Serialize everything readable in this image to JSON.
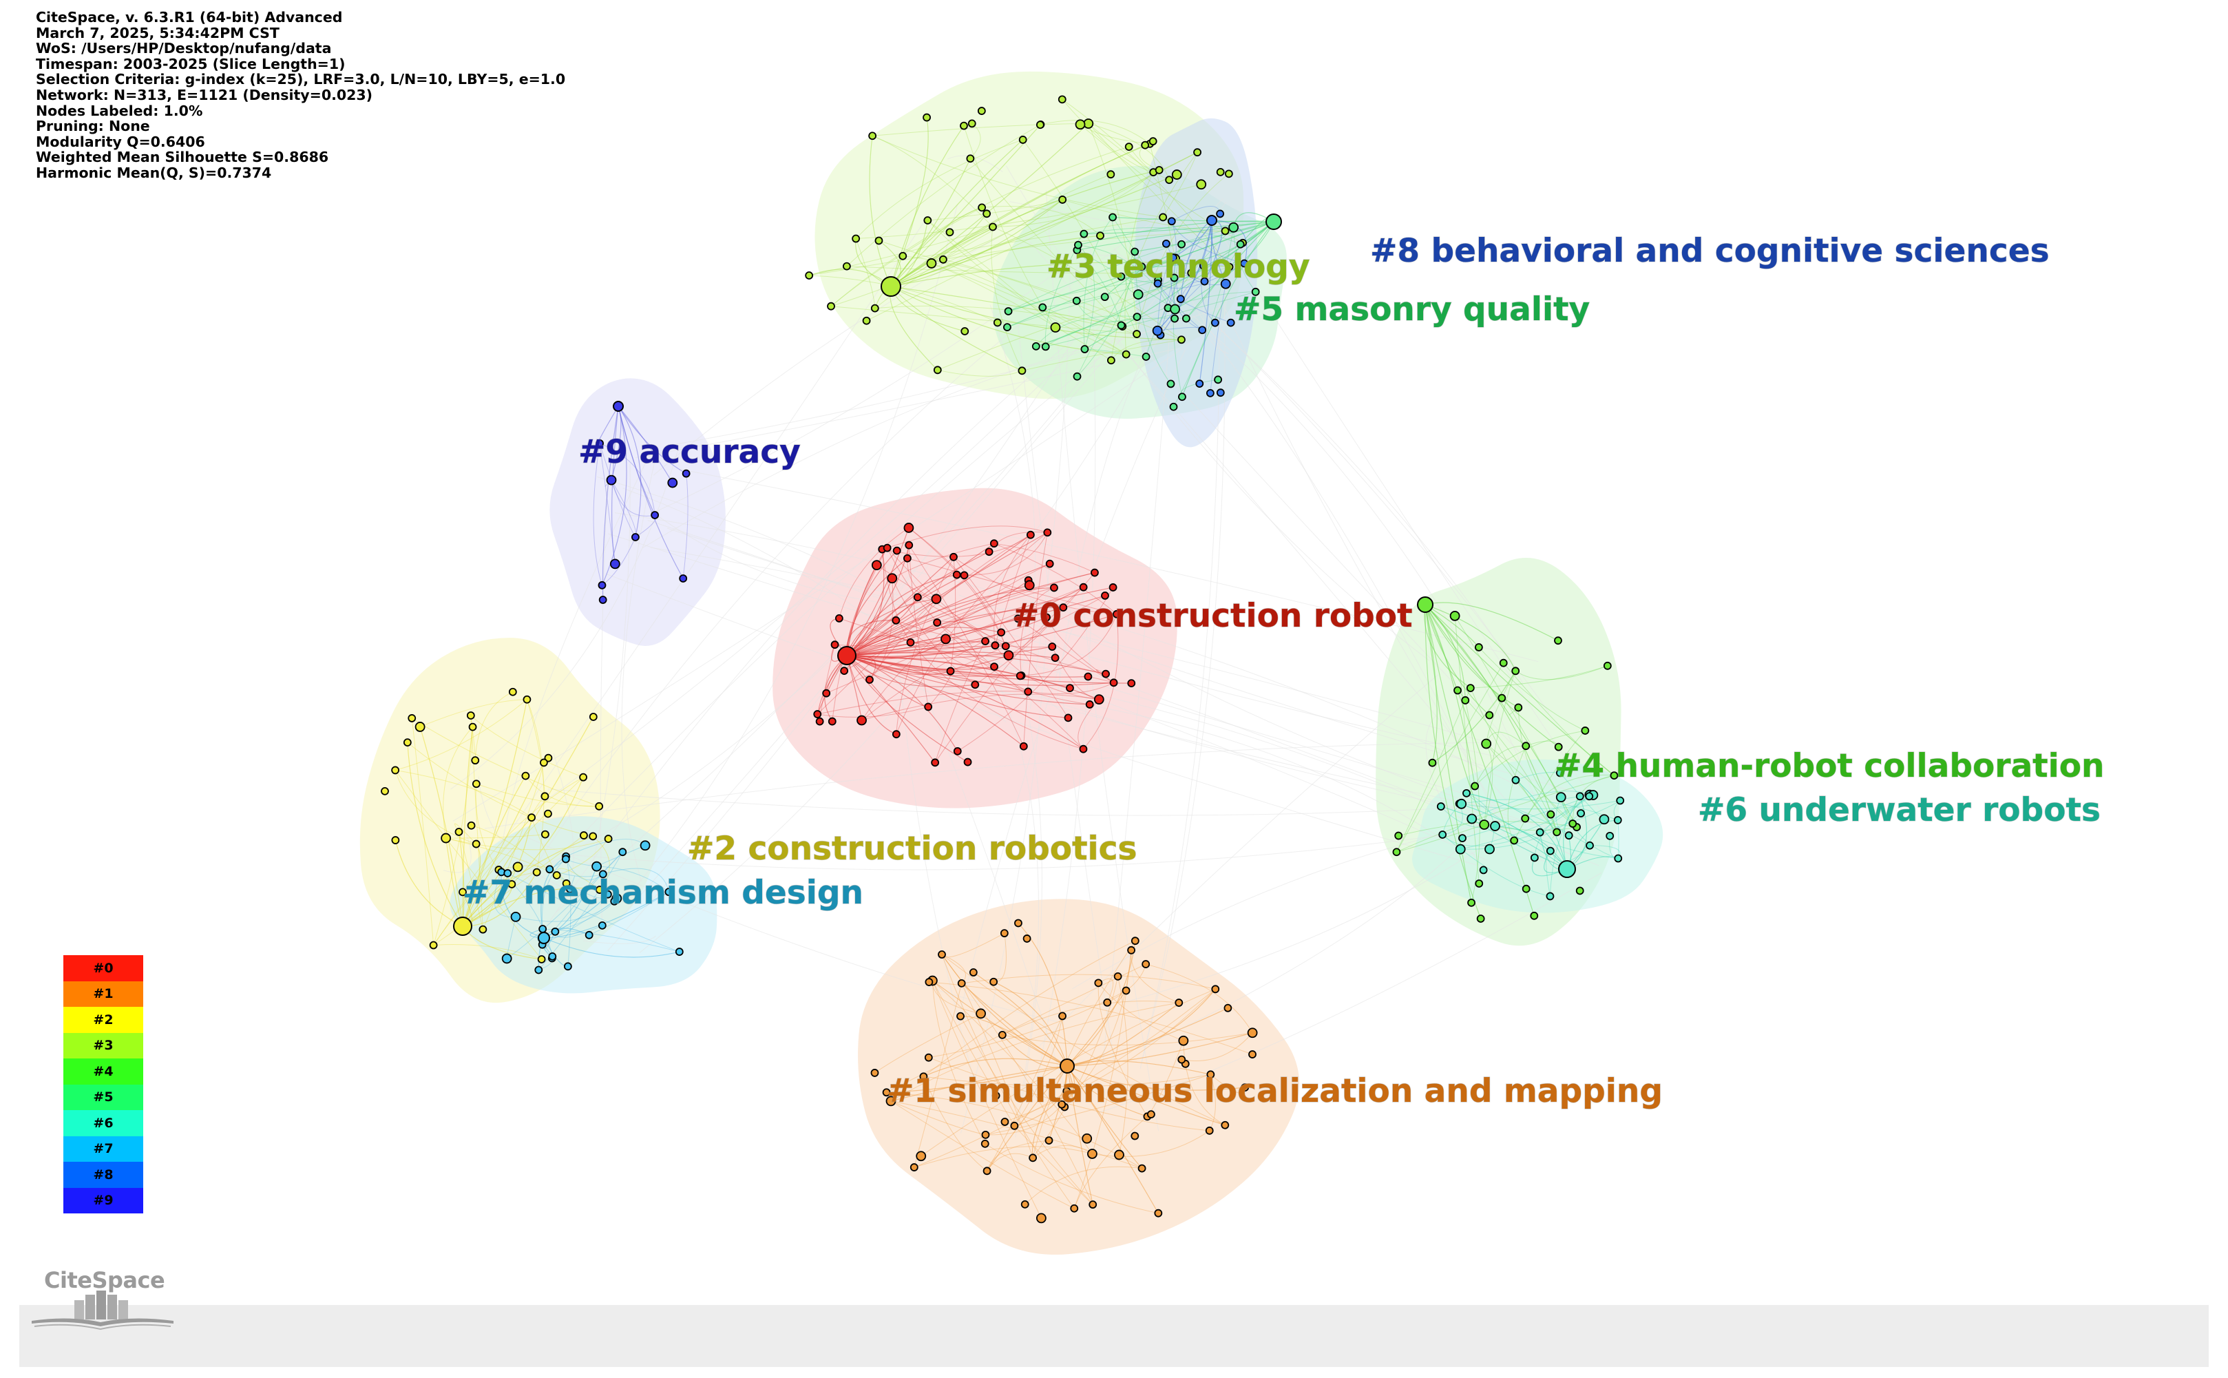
{
  "app": {
    "info_lines": [
      "CiteSpace, v. 6.3.R1 (64-bit) Advanced",
      "March 7, 2025, 5:34:42PM CST",
      "WoS: /Users/HP/Desktop/nufang/data",
      "Timespan: 2003-2025 (Slice Length=1)",
      "Selection Criteria: g-index (k=25), LRF=3.0, L/N=10, LBY=5, e=1.0",
      "Network: N=313, E=1121 (Density=0.023)",
      "Nodes Labeled: 1.0%",
      "Pruning: None",
      "Modularity Q=0.6406",
      "Weighted Mean Silhouette S=0.8686",
      "Harmonic Mean(Q, S)=0.7374"
    ],
    "logo_text": "CiteSpace"
  },
  "legend": [
    {
      "label": "#0",
      "color": "#ff1a0a"
    },
    {
      "label": "#1",
      "color": "#ff8000"
    },
    {
      "label": "#2",
      "color": "#ffff00"
    },
    {
      "label": "#3",
      "color": "#a0ff1a"
    },
    {
      "label": "#4",
      "color": "#33ff1a"
    },
    {
      "label": "#5",
      "color": "#1aff66"
    },
    {
      "label": "#6",
      "color": "#1affcc"
    },
    {
      "label": "#7",
      "color": "#00c0ff"
    },
    {
      "label": "#8",
      "color": "#0066ff"
    },
    {
      "label": "#9",
      "color": "#1a1aff"
    }
  ],
  "clusters": [
    {
      "id": 0,
      "label": "#0 construction robot",
      "label_color": "#b21a0a",
      "node_color": "#e8221a",
      "hull_color": "#f7c4c4",
      "edge_color": "#e23a3a"
    },
    {
      "id": 1,
      "label": "#1 simultaneous localization and mapping",
      "label_color": "#c86a10",
      "node_color": "#f09a3a",
      "hull_color": "#fad7b8",
      "edge_color": "#f09a3a"
    },
    {
      "id": 2,
      "label": "#2 construction robotics",
      "label_color": "#b4aa14",
      "node_color": "#f2ee3a",
      "hull_color": "#f7f4b8",
      "edge_color": "#e8dc2a"
    },
    {
      "id": 3,
      "label": "#3 technology",
      "label_color": "#88b81a",
      "node_color": "#b4ec3a",
      "hull_color": "#e4f7c4",
      "edge_color": "#a6e04a"
    },
    {
      "id": 4,
      "label": "#4 human-robot collaboration",
      "label_color": "#34b21a",
      "node_color": "#6ee83a",
      "hull_color": "#d2f4c8",
      "edge_color": "#6ad84a"
    },
    {
      "id": 5,
      "label": "#5 masonry quality",
      "label_color": "#1aa848",
      "node_color": "#5ae88a",
      "hull_color": "#caf3d6",
      "edge_color": "#4ad87a"
    },
    {
      "id": 6,
      "label": "#6 underwater robots",
      "label_color": "#1aaa8e",
      "node_color": "#5ae8c8",
      "hull_color": "#c6f4ec",
      "edge_color": "#3ad8b4"
    },
    {
      "id": 7,
      "label": "#7 mechanism design",
      "label_color": "#1a8eb2",
      "node_color": "#4ac8f2",
      "hull_color": "#c4ecf7",
      "edge_color": "#4ab8e8"
    },
    {
      "id": 8,
      "label": "#8 behavioral and cognitive sciences",
      "label_color": "#1a42a8",
      "node_color": "#3a7af0",
      "hull_color": "#c8d8f4",
      "edge_color": "#4a7ae0"
    },
    {
      "id": 9,
      "label": "#9 accuracy",
      "label_color": "#1a1aa0",
      "node_color": "#3a3ae8",
      "hull_color": "#dcdcf8",
      "edge_color": "#6a6ae0"
    }
  ]
}
